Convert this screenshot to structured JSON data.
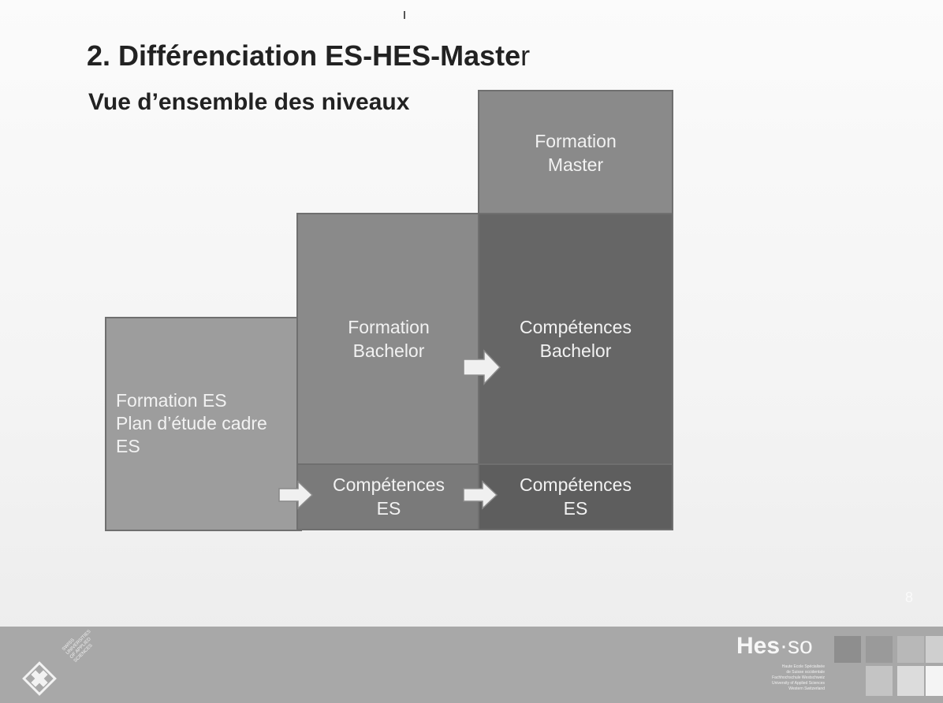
{
  "title": {
    "main": "2. Différenciation ES-HES-Maste",
    "tail": "r"
  },
  "subtitle": "Vue d’ensemble des niveaux",
  "diagram": {
    "formation_es": "Formation ES\nPlan d’étude cadre\nES",
    "formation_bachelor": "Formation\nBachelor",
    "competences_es_1": "Compétences\nES",
    "formation_master": "Formation\nMaster",
    "competences_bachelor": "Compétences\nBachelor",
    "competences_es_2": "Compétences\nES"
  },
  "page_number": "8",
  "footer": {
    "left_logo_text": "SWISS\nUNIVERSITIES\nOF APPLIED\nSCIENCES",
    "hesso_logo": "Hes",
    "hesso_logo_so": "·so",
    "hesso_lines": "Haute Ecole Spécialisée\nde Suisse occidentale\nFachhochschule Westschweiz\nUniversity of Applied Sciences\nWestern Switzerland"
  },
  "colors": {
    "footer": "#a8a8a8",
    "block_light": "#9d9d9d",
    "block_mid": "#8a8a8a",
    "block_dark": "#666666",
    "arrow": "#f0f0f0"
  }
}
